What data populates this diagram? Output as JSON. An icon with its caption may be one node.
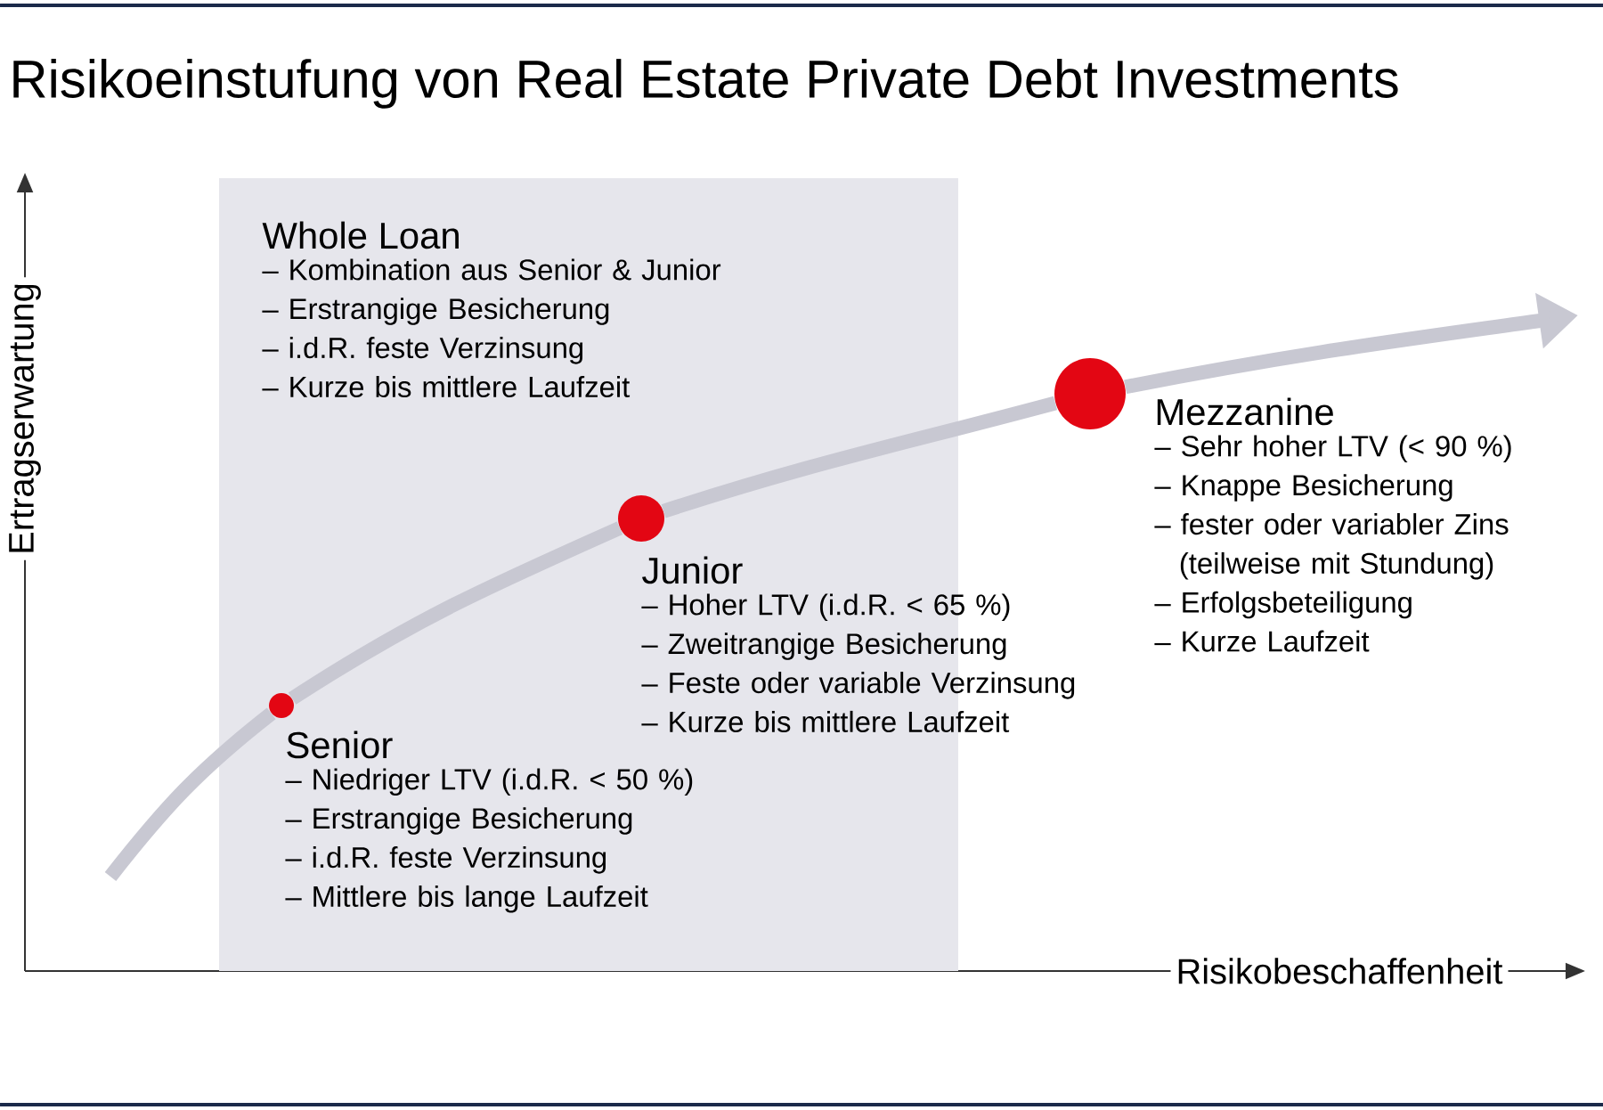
{
  "diagram": {
    "title": "Risikoeinstufung von Real Estate Private Debt Investments",
    "nodes": [
      {
        "text": [
          "Whole Loan",
          "– Kombination aus Senior & Junior",
          "– Erstrangige Besicherung",
          "– i.d.R. feste Verzinsung",
          "– Kurze bis mittlere Laufzeit"
        ]
      },
      {
        "text": [],
        "shape": "circle",
        "in": 0,
        "beside": [
          "Senior",
          "– Niedriger LTV (i.d.R. < 50 %)",
          "– Erstrangige Besicherung",
          "– i.d.R. feste Verzinsung",
          "– Mittlere bis lange Laufzeit"
        ]
      },
      {
        "text": [],
        "shape": "circle",
        "in": 0,
        "beside": [
          "Junior",
          "– Hoher LTV (i.d.R. < 65 %)",
          "– Zweitrangige Besicherung",
          "– Feste oder variable Verzinsung",
          "– Kurze bis mittlere Laufzeit"
        ]
      },
      {
        "text": [],
        "shape": "circle",
        "beside": [
          "Mezzanine",
          "– Sehr hoher LTV (< 90 %)",
          "– Knappe Besicherung",
          "– fester oder variabler Zins (teilweise mit Stundung)",
          "– Erfolgsbeteiligung",
          "– Kurze Laufzeit"
        ]
      }
    ],
    "edges": [
      {
        "from": null,
        "to": 1,
        "arrow": "none"
      },
      {
        "from": 1,
        "to": 2,
        "arrow": "none"
      },
      {
        "from": 2,
        "to": 3,
        "arrow": "none"
      },
      {
        "from": 3,
        "to": null,
        "arrow": "to"
      }
    ],
    "labels": [
      "Ertragserwartung",
      "Risikobeschaffenheit"
    ]
  }
}
